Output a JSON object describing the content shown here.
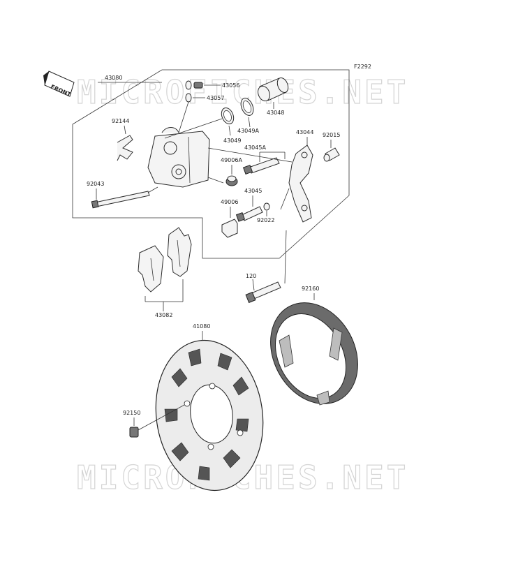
{
  "diagram": {
    "figure_code": "F2292",
    "front_label": "FRONT",
    "watermark": "MICROFICHES.NET",
    "part_numbers": {
      "caliper": "43080",
      "bleeder": "43056",
      "bleeder_cap": "43057",
      "piston": "43048",
      "dust_seal": "43049A",
      "piston_seal": "43049",
      "spring": "92144",
      "bracket": "43044",
      "bushing": "92015",
      "pin_a": "43045A",
      "boot_a": "49006A",
      "pin_rod": "92043",
      "pin": "43045",
      "boot": "49006",
      "oring": "92022",
      "bolt": "120",
      "pads": "43082",
      "cover": "92160",
      "disc": "41080",
      "disc_bolt": "92150"
    }
  }
}
